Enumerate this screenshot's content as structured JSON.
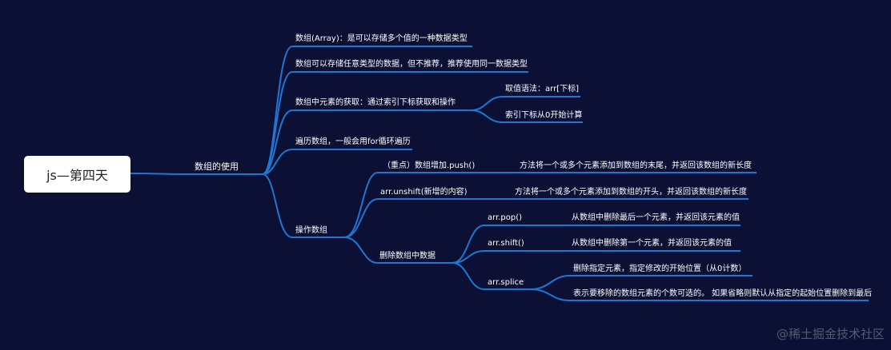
{
  "root": "js—第四天",
  "branch": "数组的使用",
  "items": {
    "def": "数组(Array)：是可以存储多个值的一种数据类型",
    "store": "数组可以存储任意类型的数据，但不推荐，推荐使用同一数据类型",
    "access": "数组中元素的获取：通过索引下标获取和操作",
    "access_syntax": "取值语法：arr[下标]",
    "access_index": "索引下标从0开始计算",
    "traverse": "遍历数组，一般会用for循环遍历",
    "ops": "操作数组",
    "push": "（重点）数组增加.push()",
    "push_desc": "方法将一个或多个元素添加到数组的末尾，并返回该数组的新长度",
    "unshift": "arr.unshift(新增的内容)",
    "unshift_desc": "方法将一个或多个元素添加到数组的开头，并返回该数组的新长度",
    "del": "删除数组中数据",
    "pop": "arr.pop()",
    "pop_desc": "从数组中删除最后一个元素，并返回该元素的值",
    "shift": "arr.shift()",
    "shift_desc": "从数组中删除第一个元素，并返回该元素的值",
    "splice": "arr.splice",
    "splice_desc1": "删除指定元素，指定修改的开始位置（从0计数）",
    "splice_desc2": "表示要移除的数组元素的个数可选的。 如果省略则默认从指定的起始位置删除到最后"
  },
  "watermark": "@稀土掘金技术社区",
  "colors": {
    "background": "#0b1034",
    "link": "#1f77d4",
    "root_bg": "#ffffff"
  }
}
